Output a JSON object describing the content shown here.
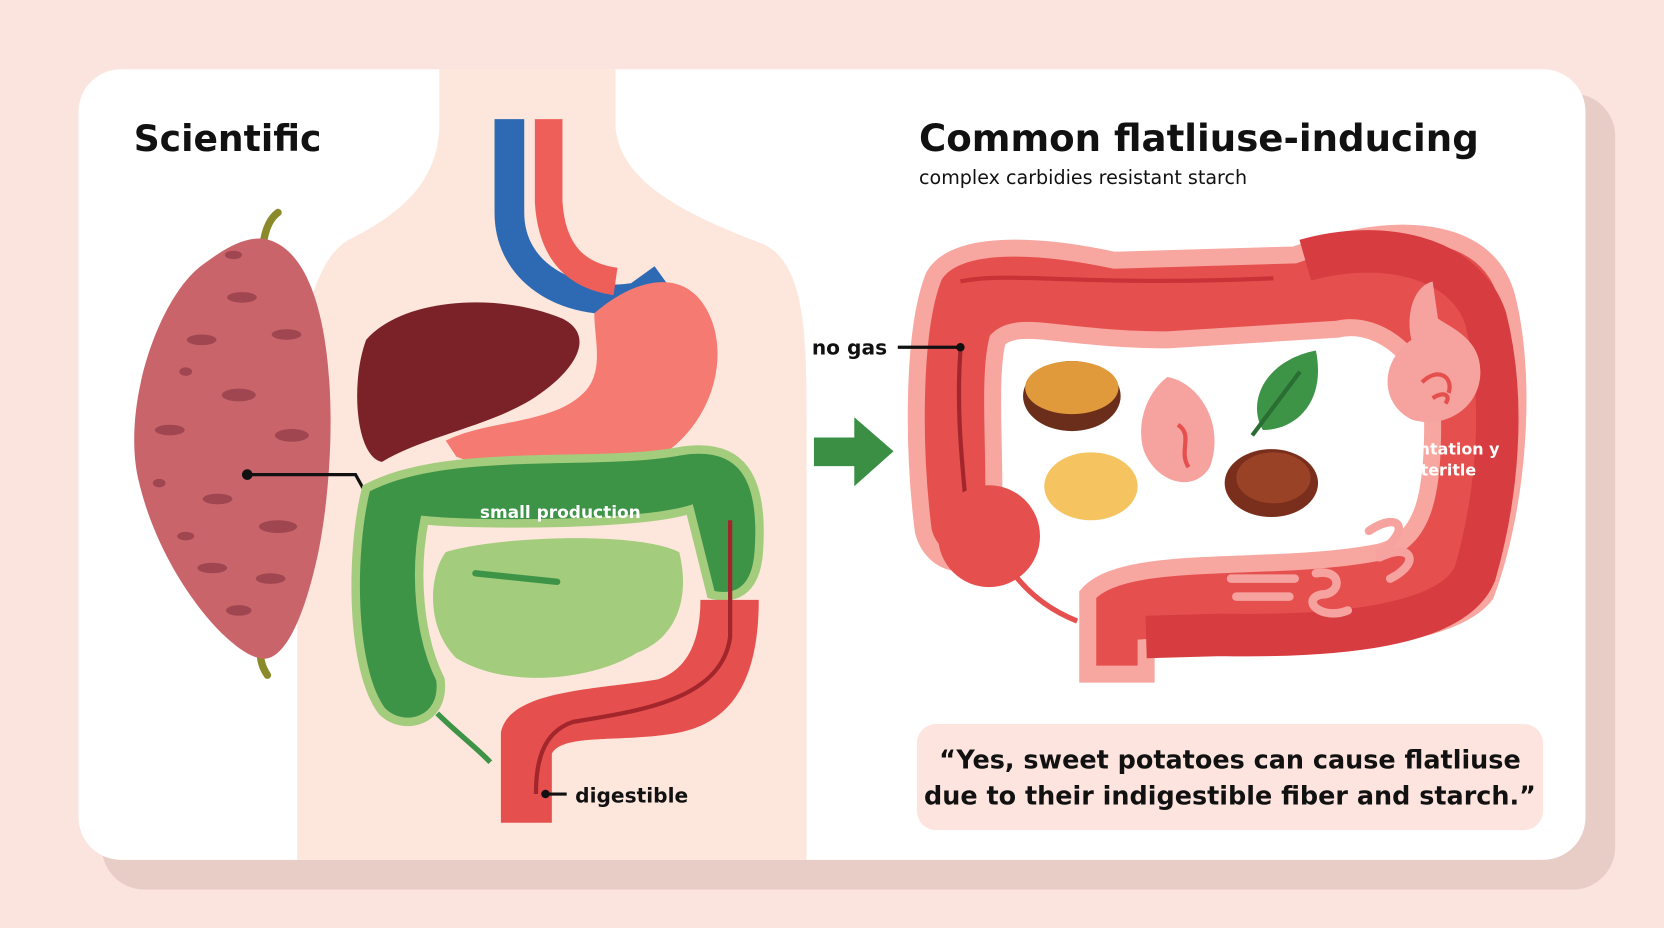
{
  "left": {
    "title": "Scientific",
    "labels": {
      "small_intestine": "small production",
      "colon_end": "digestible"
    }
  },
  "right": {
    "title": "Common flatliuse-inducing",
    "subtitle": "complex carbidies resistant starch",
    "labels": {
      "no_gas": "no gas",
      "fermentation_line1": "fermentation y",
      "fermentation_line2": "bacteritle"
    },
    "quote_line1": "“Yes, sweet potatoes can cause flatliuse",
    "quote_line2": "due to their indigestible fiber and starch.”"
  },
  "colors": {
    "background": "#fbe3de",
    "card": "#ffffff",
    "body_silhouette": "#fde6dc",
    "sweet_potato": "#c9646a",
    "liver": "#7a2228",
    "stomach": "#f57a72",
    "small_intestine": "#3d9447",
    "small_intestine_light": "#a3cc7c",
    "colon": "#e5504f",
    "vein": "#2e6ab4",
    "artery": "#ef5f5a",
    "arrow": "#3a8f44",
    "quote_box": "#fde4de"
  }
}
